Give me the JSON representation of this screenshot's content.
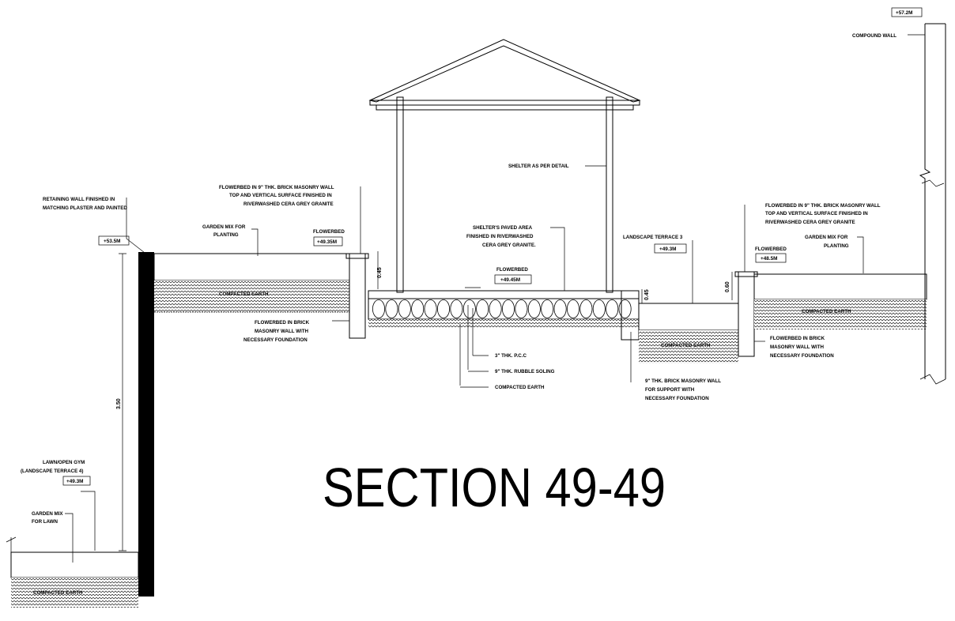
{
  "title": "SECTION 49-49",
  "levels": {
    "retaining_top": "+53.5M",
    "flowerbed_left": "+49.35M",
    "flowerbed_shelter": "+49.45M",
    "terrace_mid": "+49.3M",
    "flowerbed_right": "+48.5M",
    "compound_top": "+57.2M",
    "lawn": "+49.3M"
  },
  "dimensions": {
    "retaining_height": "3.50",
    "left_wall_height": "0.45",
    "mid_wall_height": "0.45",
    "right_wall_height": "0.60"
  },
  "labels": {
    "retaining_wall": [
      "RETAINING WALL FINISHED IN",
      "MATCHING PLASTER AND PAINTED"
    ],
    "garden_mix_planting_left": [
      "GARDEN MIX FOR",
      "PLANTING"
    ],
    "flowerbed_wall_top": [
      "FLOWERBED IN 9\" THK. BRICK MASONRY WALL",
      "TOP AND VERTICAL SURFACE FINISHED IN",
      "RIVERWASHED CERA GREY GRANITE"
    ],
    "flowerbed_left": "FLOWERBED",
    "compacted_earth_left": "COMPACTED EARTH",
    "flowerbed_brick_left": [
      "FLOWERBED IN BRICK",
      "MASONRY WALL WITH",
      "NECESSARY FOUNDATION"
    ],
    "shelter": "SHELTER AS PER DETAIL",
    "shelter_paved": [
      "SHELTER'S PAVED AREA",
      "FINISHED IN RIVERWASHED",
      "CERA GREY GRANITE."
    ],
    "flowerbed_center": "FLOWERBED",
    "pcc": "3\" THK. P.C.C",
    "rubble": "9\" THK. RUBBLE SOLING",
    "compacted_earth_center": "COMPACTED EARTH",
    "landscape_terrace": "LANDSCAPE TERRACE 3",
    "compacted_earth_mid": "COMPACTED EARTH",
    "brick_wall_support": [
      "9\" THK. BRICK MASONRY WALL",
      "FOR SUPPORT WITH",
      "NECESSARY FOUNDATION"
    ],
    "flowerbed_wall_right": [
      "FLOWERBED IN 9\" THK. BRICK MASONRY WALL",
      "TOP AND VERTICAL SURFACE FINISHED IN",
      "RIVERWASHED CERA GREY GRANITE"
    ],
    "flowerbed_right": "FLOWERBED",
    "garden_mix_planting_right": [
      "GARDEN MIX FOR",
      "PLANTING"
    ],
    "compacted_earth_right": "COMPACTED EARTH",
    "flowerbed_brick_right": [
      "FLOWERBED IN BRICK",
      "MASONRY WALL WITH",
      "NECESSARY FOUNDATION"
    ],
    "compound_wall": "COMPOUND WALL",
    "lawn_gym": [
      "LAWN/OPEN GYM",
      "(LANDSCAPE TERRACE 4)"
    ],
    "garden_mix_lawn": [
      "GARDEN MIX",
      "FOR LAWN"
    ],
    "compacted_earth_lawn": "COMPACTED EARTH"
  }
}
